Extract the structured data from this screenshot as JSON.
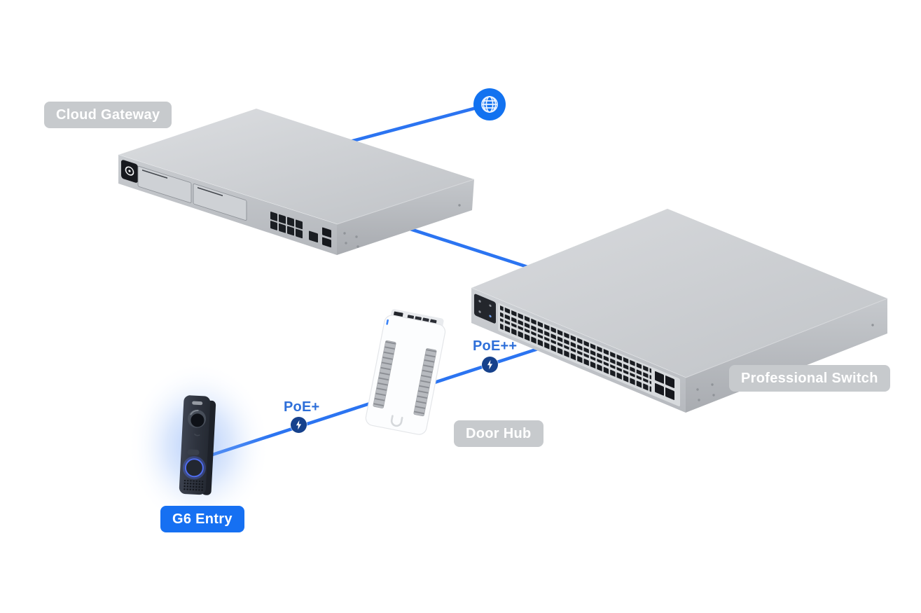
{
  "diagram": {
    "nodes": [
      {
        "id": "internet",
        "icon": "globe-icon"
      },
      {
        "id": "cloud-gateway",
        "label": "Cloud Gateway"
      },
      {
        "id": "professional-switch",
        "label": "Professional Switch"
      },
      {
        "id": "door-hub",
        "label": "Door Hub"
      },
      {
        "id": "g6-entry",
        "label": "G6 Entry",
        "highlighted": true
      }
    ],
    "links": [
      {
        "from": "cloud-gateway",
        "to": "internet"
      },
      {
        "from": "cloud-gateway",
        "to": "professional-switch"
      },
      {
        "from": "professional-switch",
        "to": "door-hub",
        "power": "PoE++",
        "icon": "lightning-bolt-icon"
      },
      {
        "from": "door-hub",
        "to": "g6-entry",
        "power": "PoE+",
        "icon": "lightning-bolt-icon"
      }
    ]
  },
  "labels": {
    "cloud_gateway": "Cloud Gateway",
    "professional_switch": "Professional Switch",
    "door_hub": "Door Hub",
    "g6_entry": "G6 Entry",
    "poe_plus": "PoE+",
    "poe_plus_plus": "PoE++"
  },
  "colors": {
    "line_blue": "#2b74f1",
    "globe_blue": "#1272f0",
    "badge_gray": "#c7cacd",
    "badge_blue": "#1670f2",
    "poe_text_blue": "#2e6fd9",
    "bolt_badge_navy": "#16418c",
    "device_glow_blue": "#7aa8f7"
  }
}
